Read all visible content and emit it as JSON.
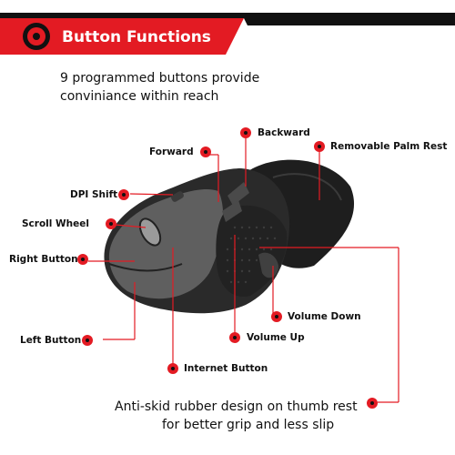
{
  "header": {
    "title": "Button Functions"
  },
  "intro": {
    "line1": "9 programmed buttons provide",
    "line2": "conviniance within reach"
  },
  "callouts": {
    "backward": "Backward",
    "forward": "Forward",
    "removable_palm_rest": "Removable Palm Rest",
    "dpi_shift": "DPI Shift",
    "scroll_wheel": "Scroll Wheel",
    "right_button": "Right Button",
    "left_button": "Left Button",
    "volume_down": "Volume Down",
    "volume_up": "Volume Up",
    "internet_button": "Internet Button"
  },
  "footer": {
    "line1": "Anti-skid rubber design on thumb rest",
    "line2": "for better grip and less slip"
  },
  "colors": {
    "accent_red": "#e31b23",
    "banner_black": "#111111",
    "mouse_dark": "#2a2a2a",
    "mouse_grey": "#6a6a6a"
  }
}
